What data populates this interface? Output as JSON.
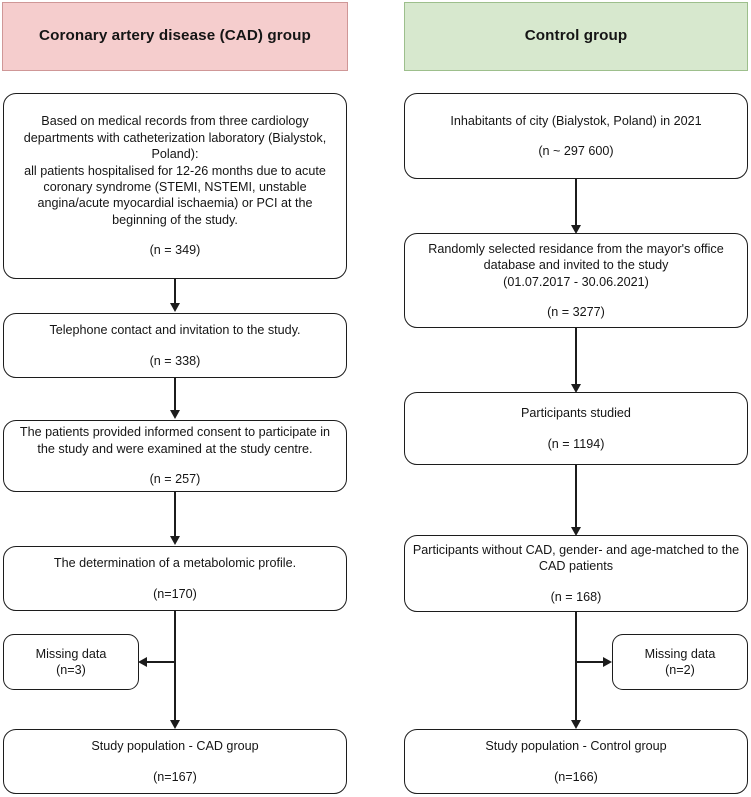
{
  "headers": {
    "cad": "Coronary artery disease (CAD) group",
    "control": "Control group"
  },
  "colors": {
    "cad_header_fill": "#f5cdcd",
    "cad_header_border": "#cf9797",
    "control_header_fill": "#d7e8ce",
    "control_header_border": "#9dbf8c",
    "node_border": "#1c1c1c",
    "text": "#151515",
    "background": "#ffffff"
  },
  "cad_column": {
    "step1": {
      "body": "Based on medical records from three cardiology departments with catheterization laboratory (Bialystok, Poland):\nall patients hospitalised for 12-26 months due to acute coronary syndrome (STEMI, NSTEMI, unstable angina/acute myocardial ischaemia) or PCI at the beginning of the study.",
      "count": "(n = 349)"
    },
    "step2": {
      "body": "Telephone contact and invitation to the study.",
      "count": "(n = 338)"
    },
    "step3": {
      "body": "The patients provided informed consent to participate in the study and were examined at the study centre.",
      "count": "(n = 257)"
    },
    "step4": {
      "body": "The determination of a metabolomic profile.",
      "count": "(n=170)"
    },
    "excluded": {
      "body": "Missing data",
      "count": "(n=3)"
    },
    "final": {
      "body": "Study population - CAD group",
      "count": "(n=167)"
    }
  },
  "control_column": {
    "step1": {
      "body": "Inhabitants of city (Bialystok, Poland) in 2021",
      "count": "(n ~ 297 600)"
    },
    "step2": {
      "body": "Randomly selected residance from the mayor's office database and invited to the study\n(01.07.2017 - 30.06.2021)",
      "count": "(n = 3277)"
    },
    "step3": {
      "body": "Participants studied",
      "count": "(n = 1194)"
    },
    "step4": {
      "body": "Participants without CAD, gender- and age-matched to the CAD patients",
      "count": "(n = 168)"
    },
    "excluded": {
      "body": "Missing data",
      "count": "(n=2)"
    },
    "final": {
      "body": "Study population - Control group",
      "count": "(n=166)"
    }
  }
}
